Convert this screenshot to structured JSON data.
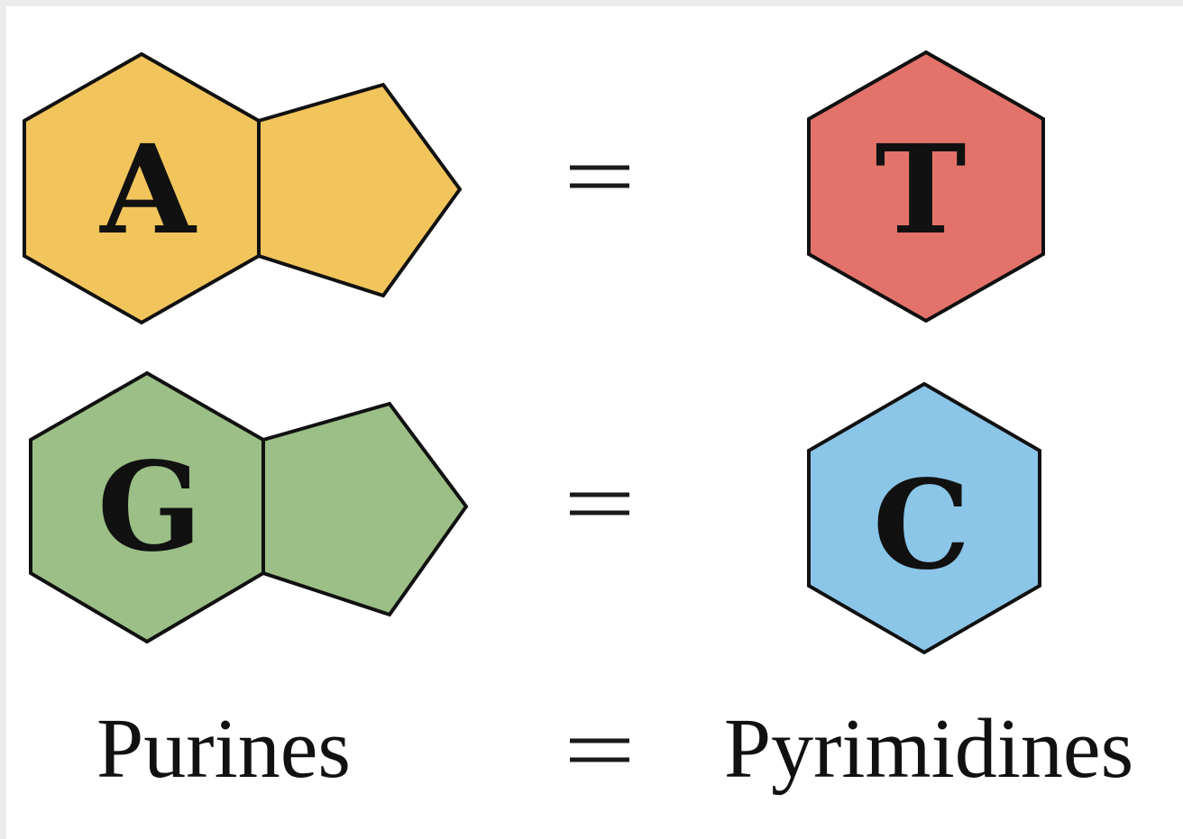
{
  "colors": {
    "adenine": "#f2c45c",
    "guanine": "#9bbf86",
    "thymine": "#e3736a",
    "cytosine": "#8bc5e8",
    "outline": "#111111"
  },
  "pairs": [
    {
      "purine": "A",
      "pyrimidine": "T"
    },
    {
      "purine": "G",
      "pyrimidine": "C"
    }
  ],
  "caption": {
    "left": "Purines",
    "right": "Pyrimidines"
  }
}
